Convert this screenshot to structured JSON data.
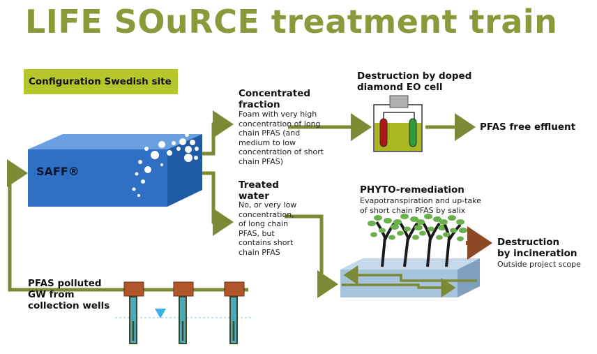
{
  "title": "LIFE SOuRCE treatment train",
  "config_label": "Configuration Swedish site",
  "saff_label": "SAFF®",
  "concentrated": {
    "heading": "Concentrated\nfraction",
    "desc": "Foam with very high\nconcentration of long\nchain PFAS (and\nmedium to low\nconcentration of short\nchain PFAS)"
  },
  "treated": {
    "heading": "Treated\nwater",
    "desc": "No, or very low\nconcentration,\nof long chain\nPFAS, but\ncontains short\nchain PFAS"
  },
  "eo_cell": {
    "heading": "Destruction by doped\ndiamond EO cell"
  },
  "pfas_free": "PFAS free effluent",
  "phyto": {
    "heading": "PHYTO-remediation",
    "desc": "Evapotranspiration and up-take\nof short chain PFAS by salix"
  },
  "incineration": {
    "heading": "Destruction\nby incineration",
    "note": "Outside project scope"
  },
  "wells": {
    "heading": "PFAS polluted\nGW from\ncollection wells"
  },
  "colors": {
    "title": "#8a9a3a",
    "accent": "#b5c72a",
    "arrow": "#7a8a35",
    "saff_blue": "#2f6fc4",
    "bed_blue": "#a8c4dc",
    "brown_arrow": "#8b4a24"
  }
}
